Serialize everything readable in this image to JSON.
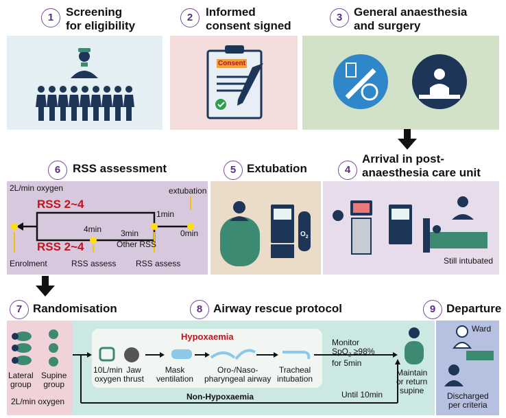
{
  "steps": [
    {
      "num": "1",
      "title_line1": "Screening",
      "title_line2": "for eligibility"
    },
    {
      "num": "2",
      "title_line1": "Informed",
      "title_line2": "consent signed"
    },
    {
      "num": "3",
      "title_line1": "General anaesthesia",
      "title_line2": "and surgery"
    },
    {
      "num": "4",
      "title_line1": "Arrival in post-",
      "title_line2": "anaesthesia care unit"
    },
    {
      "num": "5",
      "title": "Extubation"
    },
    {
      "num": "6",
      "title": "RSS assessment"
    },
    {
      "num": "7",
      "title": "Randomisation"
    },
    {
      "num": "8",
      "title": "Airway rescue protocol"
    },
    {
      "num": "9",
      "title": "Departure"
    }
  ],
  "consent_tag": "Consent",
  "rss": {
    "oxygen": "2L/min oxygen",
    "rss_top": "RSS 2~4",
    "rss_bottom": "RSS 2~4",
    "t_4min": "4min",
    "t_3min": "3min",
    "t_1min": "1min",
    "t_0min": "0min",
    "extubation": "extubation",
    "other_rss": "Other RSS",
    "enrolment": "Enrolment",
    "rss_assess_1": "RSS assess",
    "rss_assess_2": "RSS assess"
  },
  "pacu": {
    "still_intubated": "Still intubated"
  },
  "o2_label": "O",
  "o2_sub": "2",
  "random": {
    "lateral_1": "Lateral",
    "lateral_2": "group",
    "supine_1": "Supine",
    "supine_2": "group",
    "oxygen": "2L/min oxygen"
  },
  "rescue": {
    "hypoxaemia": "Hypoxaemia",
    "oxygen_1": "10L/min",
    "oxygen_2": "oxygen",
    "jaw_1": "Jaw",
    "jaw_2": "thrust",
    "mask_1": "Mask",
    "mask_2": "ventilation",
    "airway_1": "Oro-/Naso-",
    "airway_2": "pharyngeal airway",
    "intub_1": "Tracheal",
    "intub_2": "intubation",
    "monitor_1": "Monitor",
    "monitor_2a": "SpO",
    "monitor_2sub": "2",
    "monitor_2b": " ≥98%",
    "monitor_3": "for 5min",
    "non_hypo": "Non-Hypoxaemia",
    "until": "Until 10min",
    "maintain_1": "Maintain",
    "maintain_2": "or return",
    "maintain_3": "supine"
  },
  "departure": {
    "ward": "Ward",
    "discharged_1": "Discharged",
    "discharged_2": "per criteria"
  },
  "colors": {
    "panel1": "#e3eff2",
    "panel2": "#f3dcdc",
    "panel3": "#d2e2c8",
    "panel6": "#d8c8de",
    "panel5": "#eadcc8",
    "panel4": "#e6dcec",
    "panel7": "#efd3d8",
    "panel8": "#cce8e2",
    "panel9": "#b6c0e0",
    "navy": "#1d3557",
    "teal": "#3d8a72",
    "red": "#c0141c",
    "yellow": "#ffe000"
  }
}
